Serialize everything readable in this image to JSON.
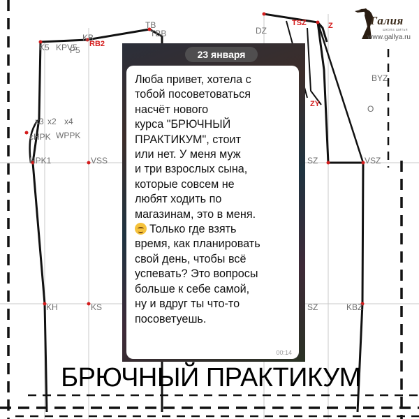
{
  "brand": {
    "name": "Галия",
    "subtitle": "школа шитья",
    "url": "www.gallya.ru",
    "logo_icon": "fashion-silhouette-icon",
    "colors": {
      "ink": "#3a2a1a"
    }
  },
  "pattern": {
    "colors": {
      "outline": "#111111",
      "dash": "#111111",
      "label": "#6e6e6e",
      "marker": "#d41c1c"
    },
    "labels": {
      "k5": "K5",
      "kpv5": "KPV5",
      "kpv5b": "P5",
      "kb": "KB",
      "rb2": "RB2",
      "tbb": "TBB",
      "tb": "TB",
      "x3": "x3",
      "x2": "x2",
      "x4": "x4",
      "chpk": "сHPK",
      "wppk": "WPPK",
      "hpk1": "HPK1",
      "vss": "VSS",
      "kh": "KH",
      "ks": "KS",
      "sz": "SZ",
      "vsz_l": "SZ",
      "vsz": "VSZ",
      "sz2": "SZ",
      "kbz": "KBZ",
      "byz": "BYZ",
      "zy": "ZY",
      "dz": "DZ",
      "tsz": "TSZ",
      "z": "Z",
      "o": "O"
    }
  },
  "chat": {
    "date": "23 января",
    "lines": [
      "Люба привет, хотела с",
      "тобой посоветоваться",
      "насчёт нового",
      "курса  \"БРЮЧНЫЙ",
      "ПРАКТИКУМ\", стоит",
      "или нет. У меня муж",
      "и три взрослых сына,",
      "которые совсем не",
      "любят ходить по",
      "магазинам, это в меня.",
      "Только где взять",
      "время, как планировать",
      "свой день, чтобы всё",
      "успевать? Это вопросы",
      "больше к себе самой,",
      "ну и вдруг ты что-то",
      "посоветуешь."
    ],
    "emoji_line_index": 10,
    "emoji_icon": "winking-face-icon",
    "time": "00:14"
  },
  "caption": "БРЮЧНЫЙ ПРАКТИКУМ"
}
